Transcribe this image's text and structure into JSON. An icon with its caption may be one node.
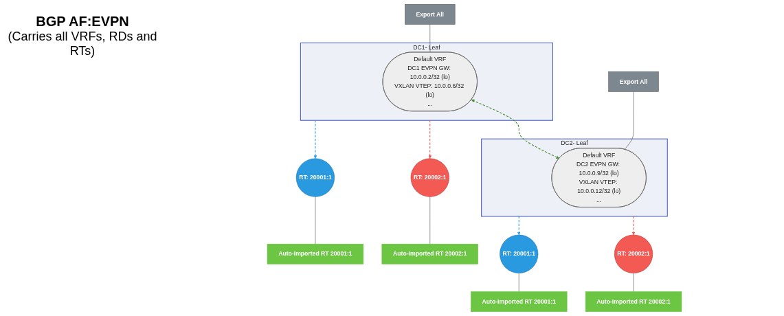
{
  "diagram": {
    "nodes": [
      {
        "text": [
          "DC1- Leaf"
        ]
      },
      {
        "text": [
          "Default VRF",
          "DC1 EVPN GW: 10.0.0.2/32 (lo)",
          "VXLAN VTEP: 10.0.0.6/32 (lo)",
          "..."
        ],
        "in": 0
      },
      {
        "text": [
          "RT: 20001:1"
        ]
      },
      {
        "text": [
          "RT: 20002:1"
        ]
      },
      {
        "text": [
          "Auto-Imported RT 20001:1"
        ]
      },
      {
        "text": [
          "Auto-Imported RT 20002:1"
        ]
      },
      {
        "text": [
          "Export All"
        ]
      },
      {
        "text": [
          "DC2- Leaf"
        ]
      },
      {
        "text": [
          "Default VRF",
          "DC2 EVPN GW: 10.0.0.9/32 (lo)",
          "VXLAN VTEP: 10.0.0.12/32 (lo)",
          "..."
        ],
        "in": 7
      },
      {
        "text": [
          "RT: 20001:1"
        ]
      },
      {
        "text": [
          "RT: 20002:1"
        ]
      },
      {
        "text": [
          "Auto-Imported RT 20001:1"
        ]
      },
      {
        "text": [
          "Auto-Imported RT 20002:1"
        ]
      },
      {
        "text": [
          "Export All"
        ]
      }
    ],
    "edges": [
      {
        "from": 6,
        "to": 1,
        "arrow": "none"
      },
      {
        "from": 0,
        "to": 2,
        "arrow": "to",
        "style": "dashed",
        "color": "#2f9be0"
      },
      {
        "from": 0,
        "to": 3,
        "arrow": "to",
        "style": "dashed",
        "color": "#f0554f"
      },
      {
        "from": 2,
        "to": 4,
        "arrow": "none"
      },
      {
        "from": 3,
        "to": 5,
        "arrow": "none"
      },
      {
        "from": 1,
        "to": 8,
        "arrow": "both",
        "style": "dashed",
        "color": "#3d8a2a"
      },
      {
        "from": 13,
        "to": 8,
        "arrow": "none"
      },
      {
        "from": 7,
        "to": 9,
        "arrow": "to",
        "style": "dashed",
        "color": "#2f9be0"
      },
      {
        "from": 7,
        "to": 10,
        "arrow": "to",
        "style": "dashed",
        "color": "#f0554f"
      },
      {
        "from": 9,
        "to": 11,
        "arrow": "none"
      },
      {
        "from": 10,
        "to": 12,
        "arrow": "none"
      }
    ],
    "labels": [
      "BGP AF:EVPN",
      "(Carries all VRFs, RDs and RTs)"
    ]
  }
}
